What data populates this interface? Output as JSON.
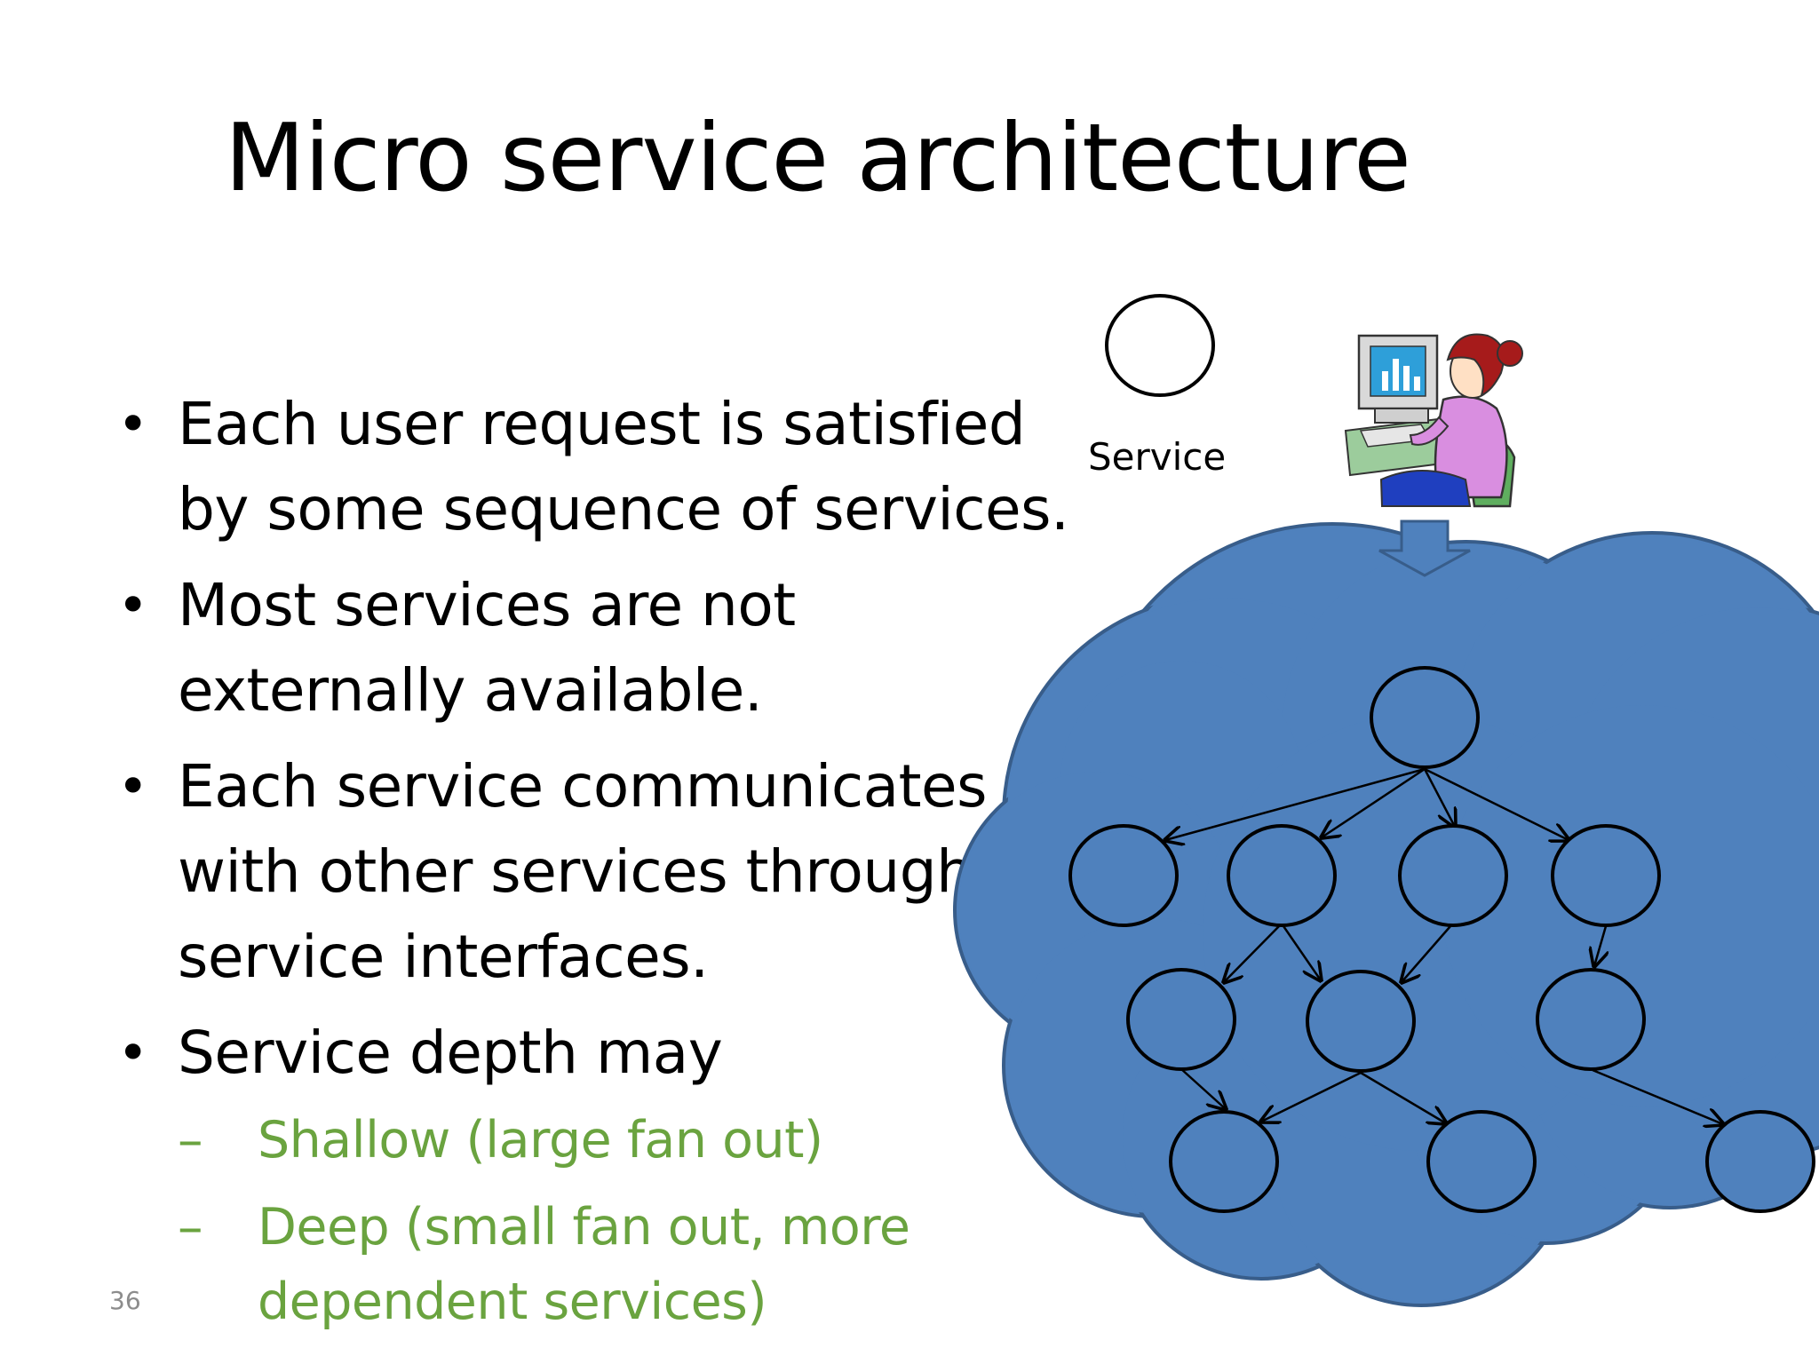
{
  "slide": {
    "title": "Micro service architecture",
    "number": "36"
  },
  "bullets": [
    {
      "text": "Each user request is satisfied by some sequence of services."
    },
    {
      "text": "Most services are not externally available."
    },
    {
      "text": "Each service communicates with other services through service interfaces."
    },
    {
      "text": "Service depth may"
    }
  ],
  "subbullets": [
    {
      "text": "Shallow (large fan out)"
    },
    {
      "text": "Deep (small fan out, more dependent services)"
    }
  ],
  "legend": {
    "label": "Service"
  },
  "colors": {
    "cloud_fill": "#4f81bd",
    "cloud_stroke": "#385d8a",
    "subbullet_text": "#6aa33f"
  },
  "icons": {
    "user": "user-at-computer-icon",
    "arrow": "down-arrow-icon"
  }
}
